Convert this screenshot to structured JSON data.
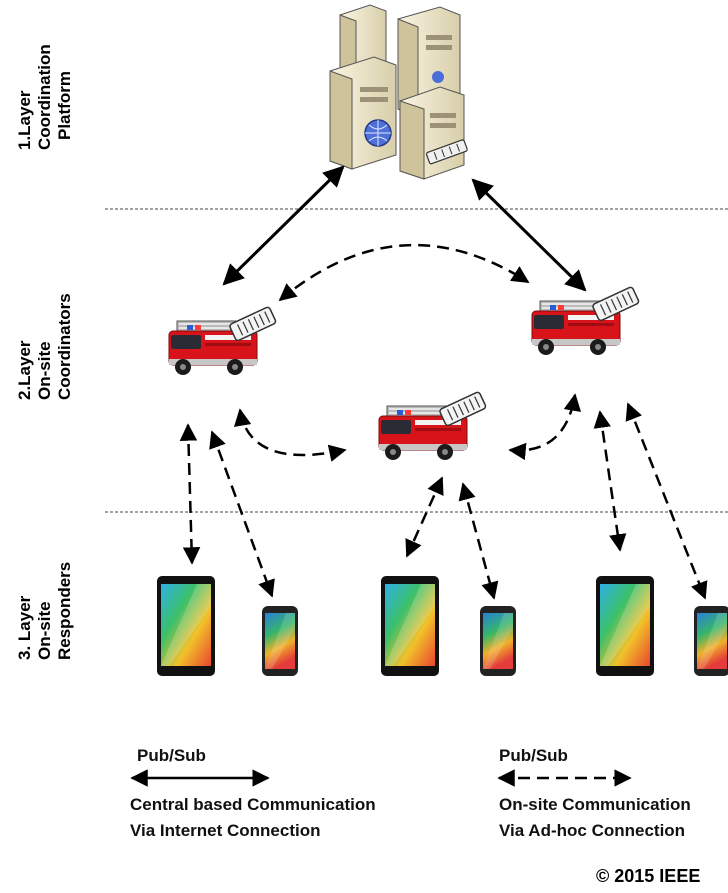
{
  "layers": {
    "layer1": [
      "1.Layer",
      "Coordination",
      "Platform"
    ],
    "layer2": [
      "2.Layer",
      "On-site",
      "Coordinators"
    ],
    "layer3": [
      "3. Layer",
      "On-site",
      "Responders"
    ]
  },
  "legend": {
    "solid": {
      "title": "Pub/Sub",
      "line1": "Central based Communication",
      "line2": "Via Internet Connection"
    },
    "dashed": {
      "title": "Pub/Sub",
      "line1": "On-site Communication",
      "line2": "Via Ad-hoc Connection"
    }
  },
  "copyright": "© 2015 IEEE",
  "colors": {
    "truck_red": "#d8141a",
    "server_beige": "#efe6c8",
    "tablet_body": "#111111"
  },
  "icons": [
    "server-cluster-icon",
    "fire-truck-icon",
    "tablet-icon",
    "smartphone-icon"
  ]
}
